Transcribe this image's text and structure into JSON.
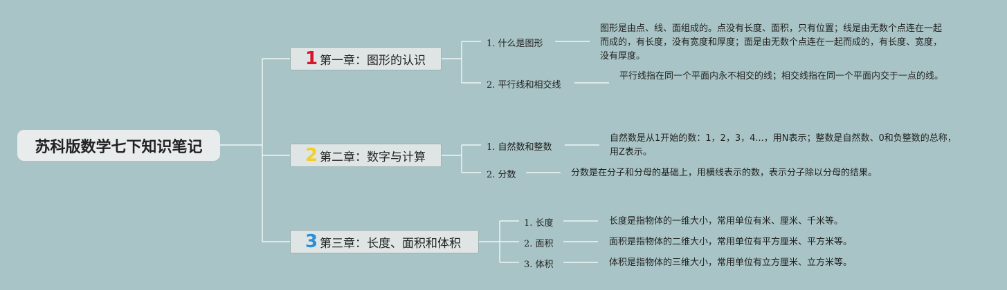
{
  "root": {
    "title": "苏科版数学七下知识笔记"
  },
  "chapters": [
    {
      "number": "1",
      "number_color": "#d7162d",
      "title": "第一章：图形的认识",
      "topics": [
        {
          "label": "1. 什么是图形",
          "desc": "图形是由点、线、面组成的。点没有长度、面积，只有位置；线是由无数个点连在一起而成的，有长度，没有宽度和厚度；面是由无数个点连在一起而成的，有长度、宽度，没有厚度。"
        },
        {
          "label": "2. 平行线和相交线",
          "desc": "平行线指在同一个平面内永不相交的线；相交线指在同一个平面内交于一点的线。"
        }
      ]
    },
    {
      "number": "2",
      "number_color": "#f2cf2a",
      "title": "第二章：数字与计算",
      "topics": [
        {
          "label": "1. 自然数和整数",
          "desc": "自然数是从1开始的数：1，2，3，4...，用N表示；整数是自然数、0和负整数的总称，用Z表示。"
        },
        {
          "label": "2. 分数",
          "desc": "分数是在分子和分母的基础上，用横线表示的数，表示分子除以分母的结果。"
        }
      ]
    },
    {
      "number": "3",
      "number_color": "#2a8fd9",
      "title": "第三章：长度、面积和体积",
      "topics": [
        {
          "label": "1. 长度",
          "desc": "长度是指物体的一维大小，常用单位有米、厘米、千米等。"
        },
        {
          "label": "2. 面积",
          "desc": "面积是指物体的二维大小，常用单位有平方厘米、平方米等。"
        },
        {
          "label": "3. 体积",
          "desc": "体积是指物体的三维大小，常用单位有立方厘米、立方米等。"
        }
      ]
    }
  ]
}
